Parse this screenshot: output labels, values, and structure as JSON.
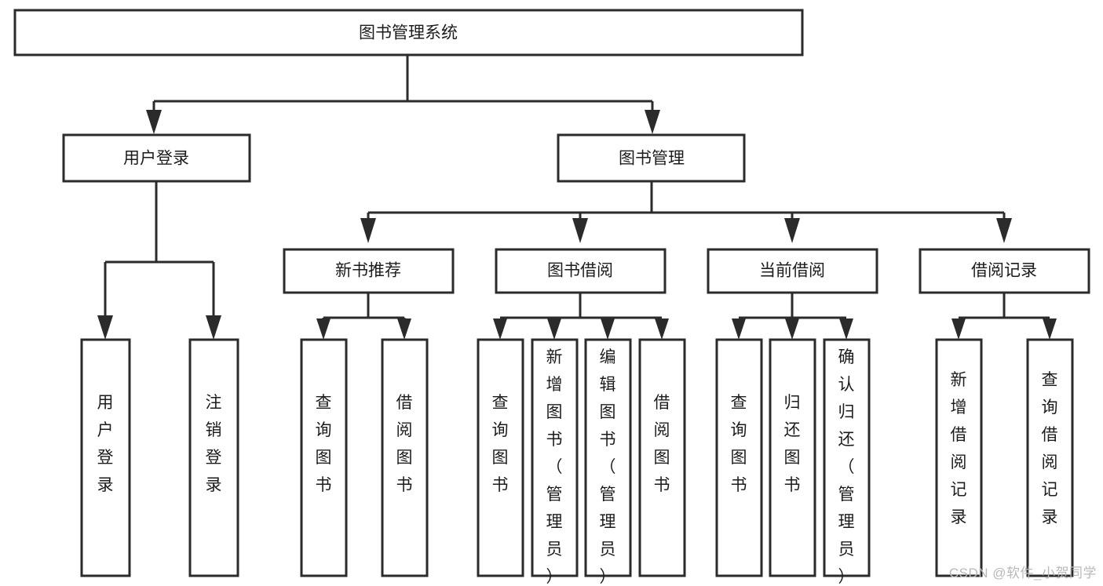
{
  "diagram": {
    "title": "图书管理系统",
    "watermark": "CSDN @软件_小贺同学",
    "colors": {
      "background": "#ffffff",
      "stroke": "#2b2b2b",
      "text": "#1c1c1c",
      "watermark": "#b9b9b9"
    },
    "root": {
      "label": "图书管理系统"
    },
    "level2": [
      {
        "label": "用户登录"
      },
      {
        "label": "图书管理"
      }
    ],
    "level3": [
      {
        "label": "新书推荐"
      },
      {
        "label": "图书借阅"
      },
      {
        "label": "当前借阅"
      },
      {
        "label": "借阅记录"
      }
    ],
    "leaves": {
      "user_login": [
        {
          "label": "用户登录"
        },
        {
          "label": "注销登录"
        }
      ],
      "new_book": [
        {
          "label": "查询图书"
        },
        {
          "label": "借阅图书"
        }
      ],
      "book_borrow": [
        {
          "label": "查询图书"
        },
        {
          "label": "新增图书（管理员）"
        },
        {
          "label": "编辑图书（管理员）"
        },
        {
          "label": "借阅图书"
        }
      ],
      "current_borrow": [
        {
          "label": "查询图书"
        },
        {
          "label": "归还图书"
        },
        {
          "label": "确认归还（管理员）"
        }
      ],
      "borrow_record": [
        {
          "label": "新增借阅记录"
        },
        {
          "label": "查询借阅记录"
        }
      ]
    }
  }
}
